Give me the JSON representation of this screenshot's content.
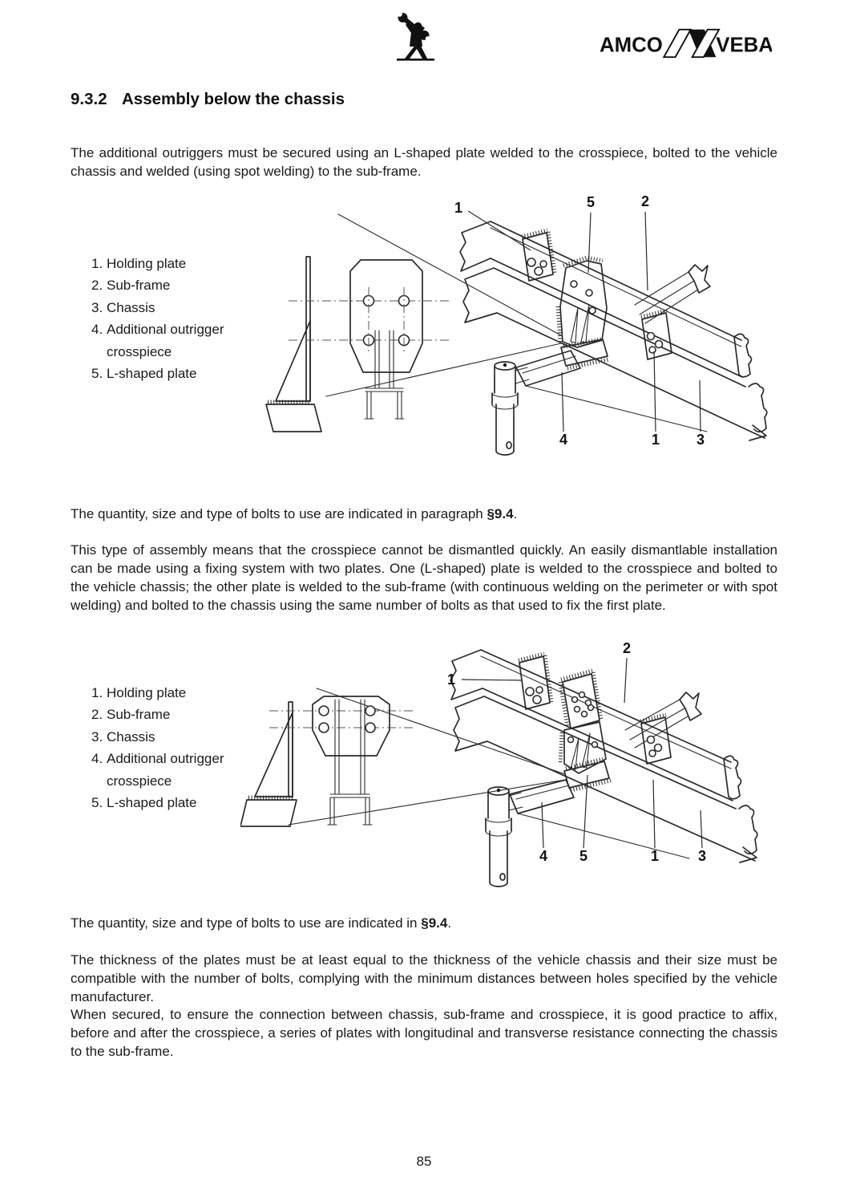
{
  "page": {
    "number": "85"
  },
  "header": {
    "icon": "mechanic-with-wrench",
    "logo_left": "AMCO",
    "logo_right": "VEBA"
  },
  "heading": {
    "number": "9.3.2",
    "title": "Assembly below the chassis"
  },
  "paragraphs": {
    "intro": "The additional outriggers must be secured using an L-shaped plate welded to the crosspiece, bolted to the vehicle chassis and welded (using spot welding) to the sub-frame.",
    "bolts1_prefix": "The quantity, size and type of bolts to use are indicated in paragraph ",
    "bolts1_ref": "§9.4",
    "bolts1_suffix": ".",
    "assembly": "This type of assembly means that the crosspiece cannot be dismantled quickly. An easily dismantlable installation can be made using a fixing system with two plates. One (L-shaped) plate is welded to the crosspiece and bolted to the vehicle chassis; the other plate is welded to the sub-frame (with continuous welding on the perimeter or with spot welding) and bolted to the chassis using the same number of bolts as that used to fix the first plate.",
    "bolts2_prefix": "The quantity, size and type of bolts to use are indicated in ",
    "bolts2_ref": "§9.4",
    "bolts2_suffix": ".",
    "thickness": "The thickness of the plates must be at least equal to the thickness of the vehicle chassis and their size must be compatible with the number of bolts, complying with the minimum distances between holes specified by the vehicle manufacturer.",
    "secured": "When secured, to ensure the connection between chassis, sub-frame and crosspiece, it is good practice to affix, before and after the crosspiece, a series of plates with longitudinal and transverse resistance connecting the chassis to the sub-frame."
  },
  "figure1": {
    "legend": [
      {
        "n": "1.",
        "label": "Holding plate"
      },
      {
        "n": "2.",
        "label": "Sub-frame"
      },
      {
        "n": "3.",
        "label": "Chassis"
      },
      {
        "n": "4.",
        "label": "Additional outrigger crosspiece"
      },
      {
        "n": "5.",
        "label": "L-shaped plate"
      }
    ],
    "callouts": [
      "1",
      "5",
      "2",
      "4",
      "1",
      "3"
    ]
  },
  "figure2": {
    "legend": [
      {
        "n": "1.",
        "label": "Holding plate"
      },
      {
        "n": "2.",
        "label": "Sub-frame"
      },
      {
        "n": "3.",
        "label": "Chassis"
      },
      {
        "n": "4.",
        "label": "Additional outrigger crosspiece"
      },
      {
        "n": "5.",
        "label": "L-shaped plate"
      }
    ],
    "callouts": [
      "1",
      "2",
      "4",
      "5",
      "1",
      "3"
    ]
  }
}
